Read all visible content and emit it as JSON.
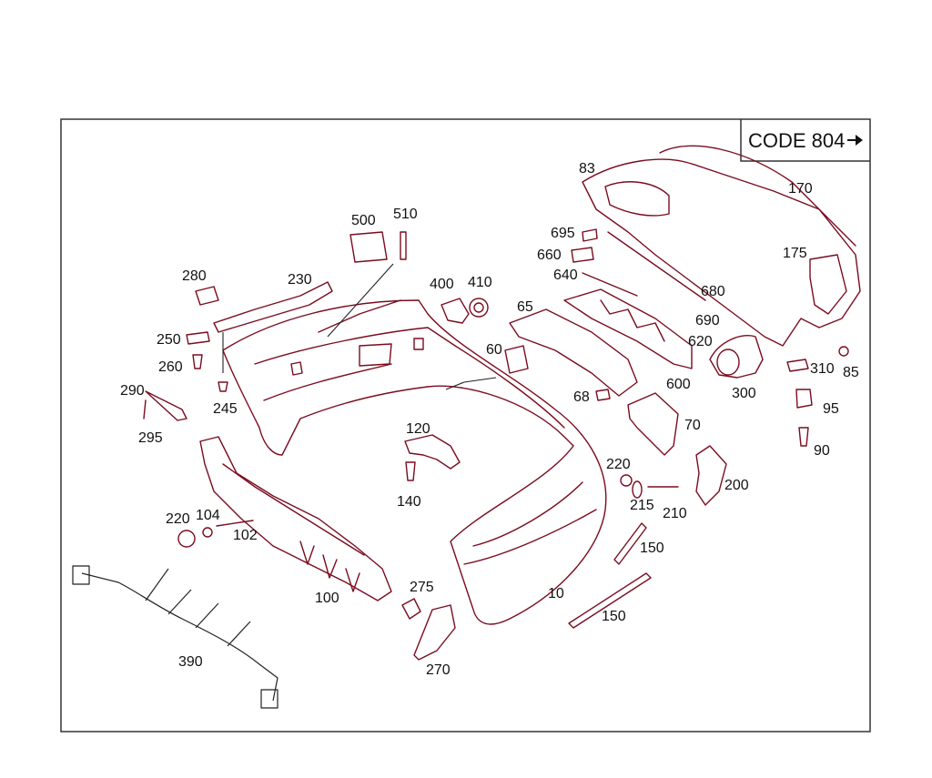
{
  "code_box": {
    "label": "CODE 804",
    "arrow": "right-arrow-icon"
  },
  "colors": {
    "frame": "#333333",
    "part_outline": "#7a0c1e",
    "text": "#111111"
  },
  "callouts": [
    "83",
    "170",
    "175",
    "695",
    "660",
    "640",
    "680",
    "690",
    "620",
    "600",
    "300",
    "310",
    "85",
    "95",
    "90",
    "65",
    "60",
    "68",
    "70",
    "220",
    "215",
    "210",
    "200",
    "150",
    "150",
    "10",
    "500",
    "510",
    "400",
    "410",
    "280",
    "230",
    "250",
    "260",
    "245",
    "290",
    "295",
    "120",
    "140",
    "220",
    "104",
    "102",
    "100",
    "275",
    "270",
    "390"
  ]
}
